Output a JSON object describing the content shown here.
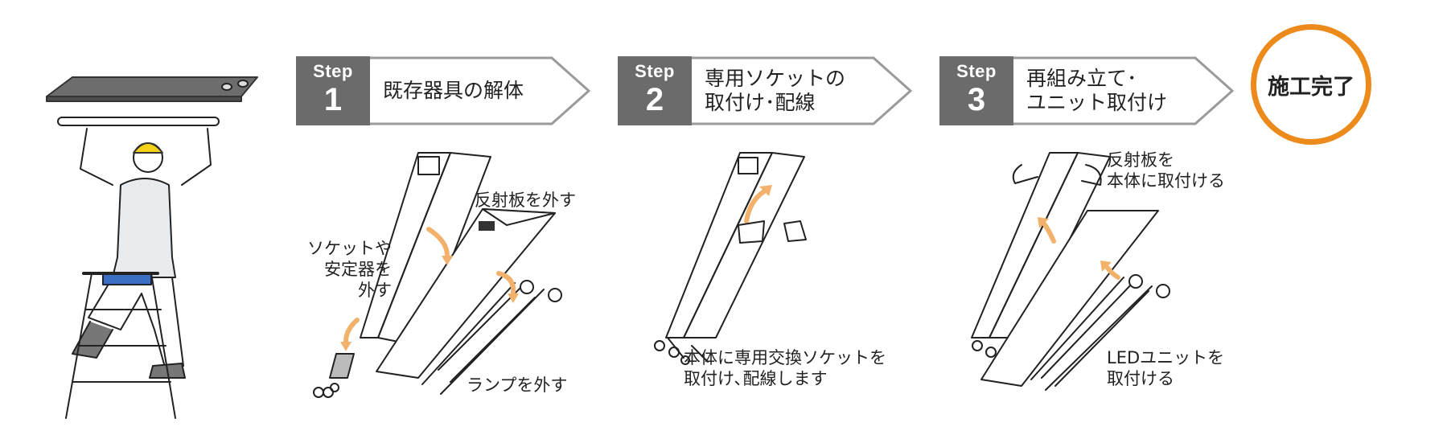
{
  "steps": [
    {
      "word": "Step",
      "number": "1",
      "title": "既存器具の解体"
    },
    {
      "word": "Step",
      "number": "2",
      "title": "専用ソケットの\n取付け･配線"
    },
    {
      "word": "Step",
      "number": "3",
      "title": "再組み立て･\nユニット取付け"
    }
  ],
  "final": {
    "label": "施工完了"
  },
  "annotations": {
    "reflector_remove": "反射板を外す",
    "socket_remove": "ソケットや\n安定器を\n外す",
    "lamp_remove": "ランプを外す",
    "socket_install": "本体に専用交換ソケットを\n取付け､配線します",
    "reflector_attach": "反射板を\n本体に取付ける",
    "led_attach": "LEDユニットを\n取付ける"
  },
  "colors": {
    "tag_bg": "#6b6b6b",
    "arrow_outline": "#9a9a9a",
    "accent": "#ec8a1c",
    "arrow_fill": "#f2b26b",
    "helmet": "#f4d21a"
  }
}
